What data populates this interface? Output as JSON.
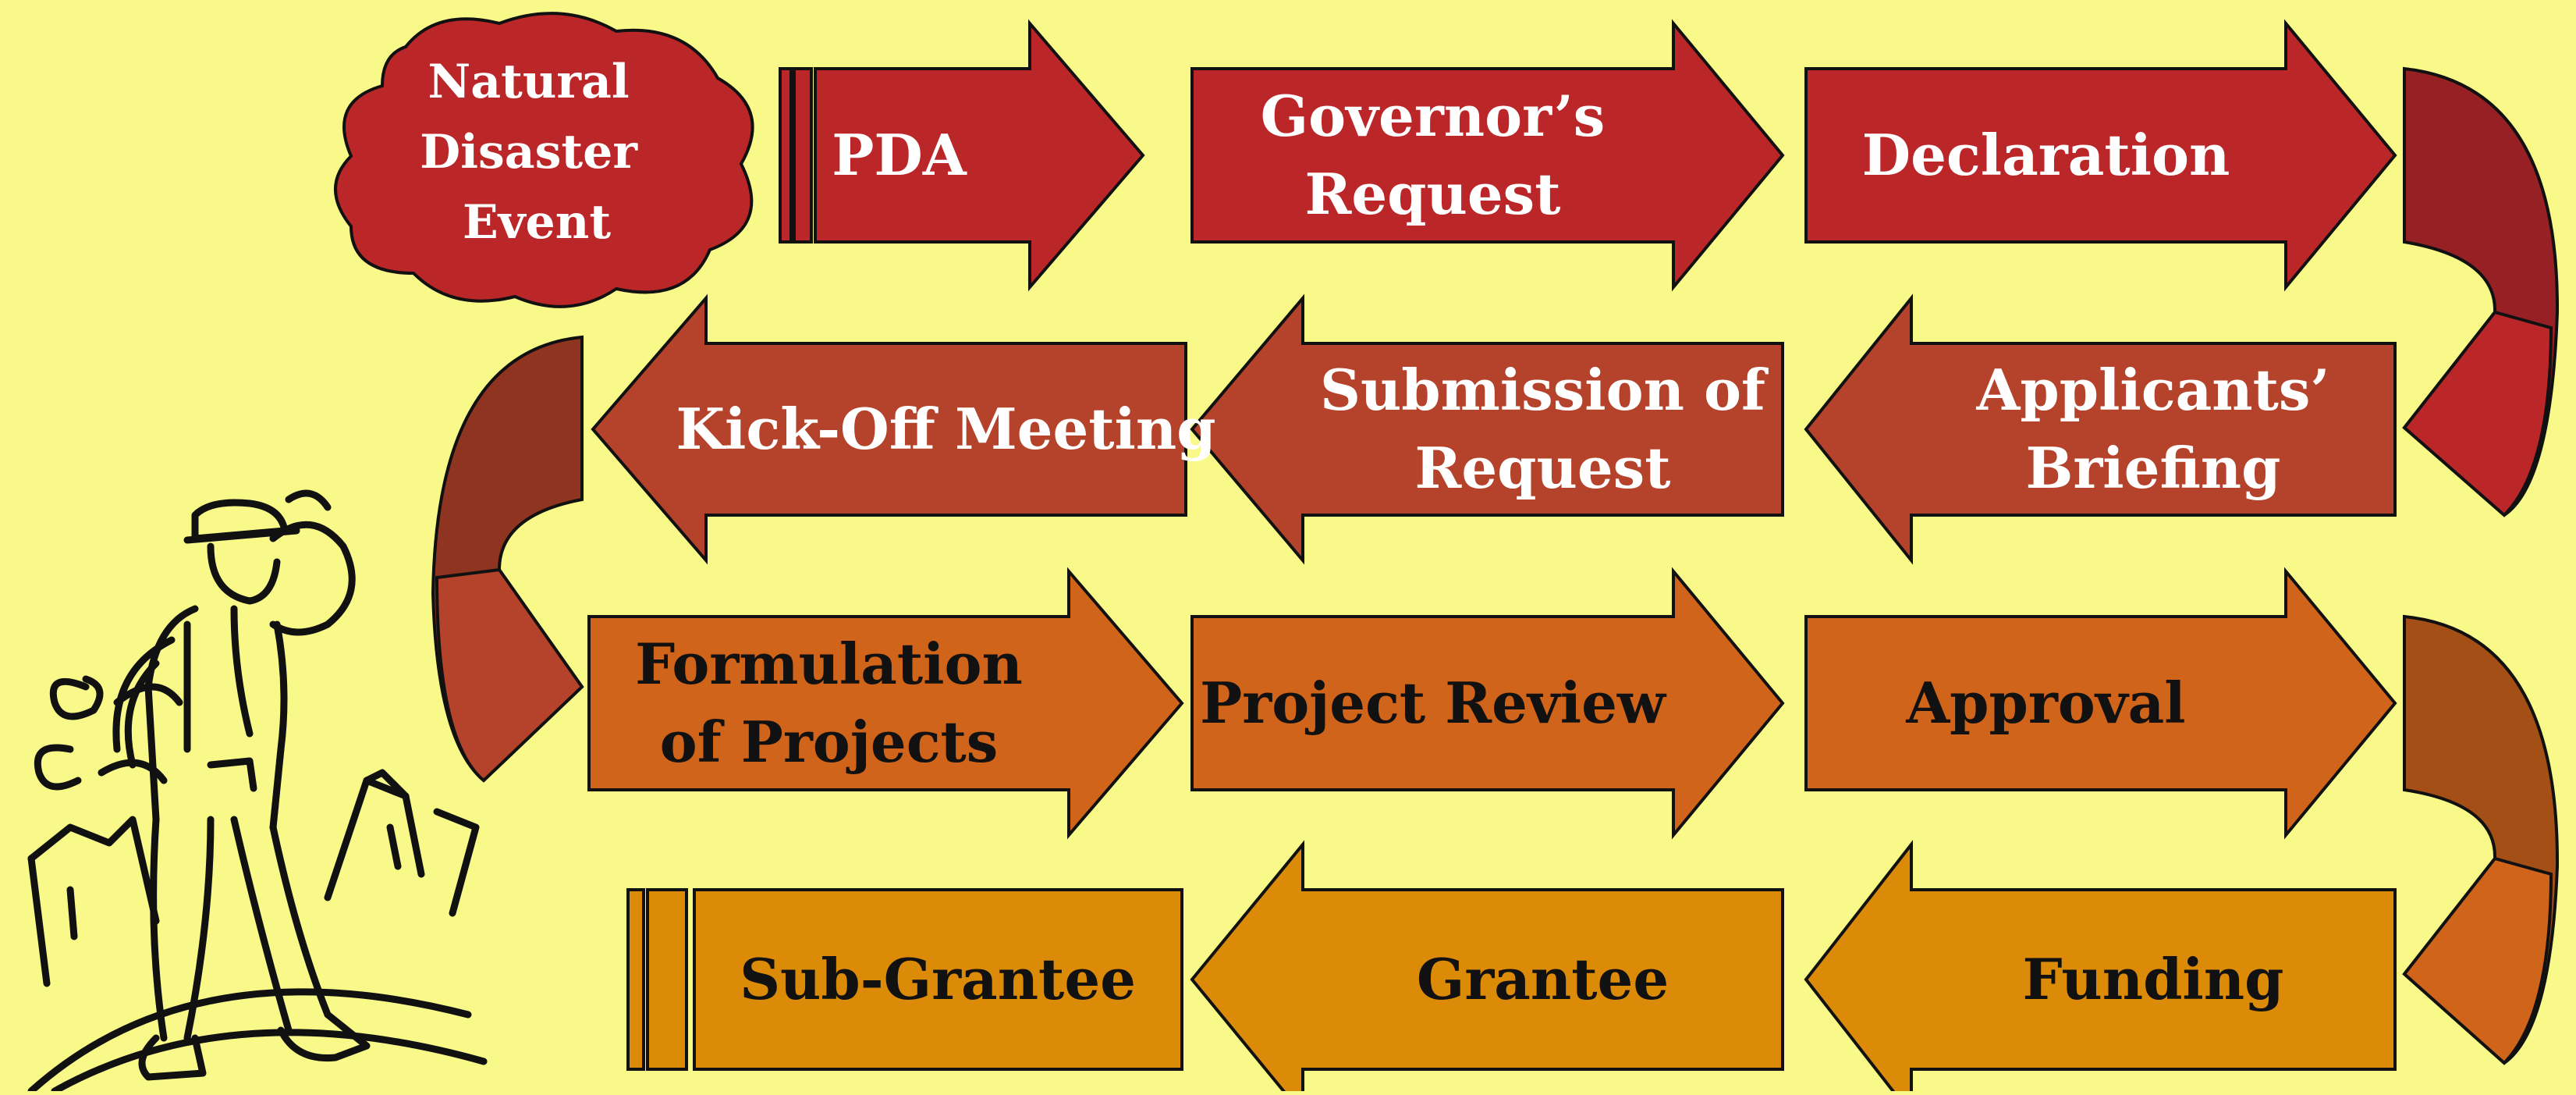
{
  "colors": {
    "background": "#f9f98a",
    "row1": "#bb2629",
    "row2": "#b5422a",
    "row3": "#d0641a",
    "row4": "#dc8b08",
    "outline": "#111111",
    "light_text": "#ffffff",
    "dark_text": "#111111"
  },
  "start": {
    "label": "Natural Disaster Event"
  },
  "rows": [
    {
      "direction": "right",
      "color": "row1",
      "text_color": "light_text",
      "stops": [
        "PDA",
        "Governor’s Request",
        "Declaration"
      ]
    },
    {
      "direction": "left",
      "color": "row2",
      "text_color": "light_text",
      "stops": [
        "Applicants’ Briefing",
        "Submission of Request",
        "Kick-Off Meeting"
      ]
    },
    {
      "direction": "right",
      "color": "row3",
      "text_color": "dark_text",
      "stops": [
        "Formulation of Projects",
        "Project Review",
        "Approval"
      ]
    },
    {
      "direction": "left",
      "color": "row4",
      "text_color": "dark_text",
      "stops": [
        "Funding",
        "Grantee",
        "Sub-Grantee"
      ]
    }
  ],
  "illustration": {
    "icon": "surveying-worker-icon"
  }
}
